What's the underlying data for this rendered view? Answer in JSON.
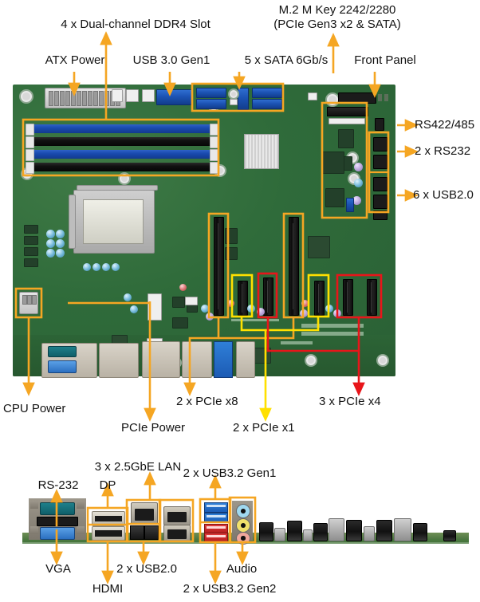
{
  "figure": {
    "title": "Motherboard connector callout diagram",
    "colors": {
      "orange": "#f5a623",
      "yellow": "#ffe000",
      "red": "#e8151a",
      "text": "#111111",
      "pcb_green": "#2f6b3a"
    }
  },
  "main_board": {
    "callouts": [
      {
        "id": "ddr4",
        "label": "4 x Dual-channel DDR4 Slot",
        "color": "orange"
      },
      {
        "id": "m2",
        "label": "M.2 M Key 2242/2280",
        "color": "orange"
      },
      {
        "id": "m2_sub",
        "label": "(PCIe Gen3 x2 & SATA)",
        "color": "orange"
      },
      {
        "id": "atx_power",
        "label": "ATX Power",
        "color": "orange"
      },
      {
        "id": "usb30",
        "label": "USB 3.0 Gen1",
        "color": "orange"
      },
      {
        "id": "sata",
        "label": "5 x SATA 6Gb/s",
        "color": "orange"
      },
      {
        "id": "front_panel",
        "label": "Front Panel",
        "color": "orange"
      },
      {
        "id": "rs422",
        "label": "RS422/485",
        "color": "orange"
      },
      {
        "id": "rs232x2",
        "label": "2 x RS232",
        "color": "orange"
      },
      {
        "id": "usb20x6",
        "label": "6 x USB2.0",
        "color": "orange"
      },
      {
        "id": "cpu_power",
        "label": "CPU Power",
        "color": "orange"
      },
      {
        "id": "pcie_power",
        "label": "PCIe Power",
        "color": "orange"
      },
      {
        "id": "pcie_x8",
        "label": "2 x PCIe x8",
        "color": "orange"
      },
      {
        "id": "pcie_x1",
        "label": "2 x PCIe x1",
        "color": "yellow"
      },
      {
        "id": "pcie_x4",
        "label": "3 x PCIe x4",
        "color": "red"
      }
    ]
  },
  "io_panel": {
    "callouts": [
      {
        "id": "rs232",
        "label": "RS-232",
        "color": "orange"
      },
      {
        "id": "dp",
        "label": "DP",
        "color": "orange"
      },
      {
        "id": "lan",
        "label": "3 x 2.5GbE LAN",
        "color": "orange"
      },
      {
        "id": "usb32gen1",
        "label": "2 x USB3.2 Gen1",
        "color": "orange"
      },
      {
        "id": "vga",
        "label": "VGA",
        "color": "orange"
      },
      {
        "id": "usb20",
        "label": "2 x USB2.0",
        "color": "orange"
      },
      {
        "id": "audio",
        "label": "Audio",
        "color": "orange"
      },
      {
        "id": "hdmi",
        "label": "HDMI",
        "color": "orange"
      },
      {
        "id": "usb32gen2",
        "label": "2 x USB3.2 Gen2",
        "color": "orange"
      }
    ]
  }
}
